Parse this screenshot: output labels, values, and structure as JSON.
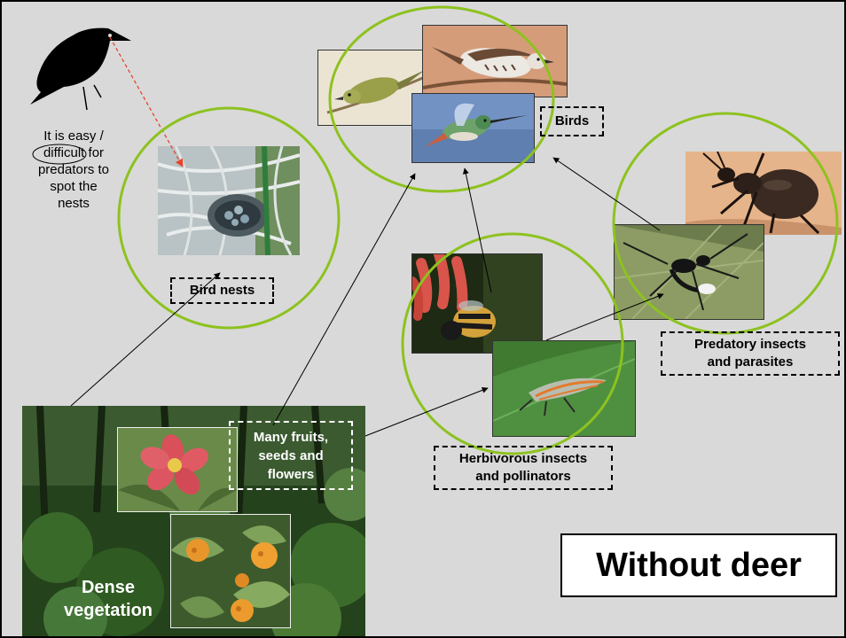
{
  "slide": {
    "title": "Without deer",
    "predator_caption": {
      "line1": "It is easy /",
      "line2_word": "difficult",
      "line2_rest": " for",
      "line3": "predators to",
      "line4": "spot the",
      "line5": "nests"
    },
    "labels": {
      "bird_nests": "Bird nests",
      "birds": "Birds",
      "predatory_line1": "Predatory insects",
      "predatory_line2": "and parasites",
      "herbivorous_line1": "Herbivorous insects",
      "herbivorous_line2": "and pollinators",
      "fruits_line1": "Many fruits,",
      "fruits_line2": "seeds and",
      "fruits_line3": "flowers",
      "dense_line1": "Dense",
      "dense_line2": "vegetation"
    }
  },
  "colors": {
    "background": "#d9d9d9",
    "circle": "#8dc21f",
    "arrow": "#000000",
    "sight_line": "#e8432c"
  }
}
